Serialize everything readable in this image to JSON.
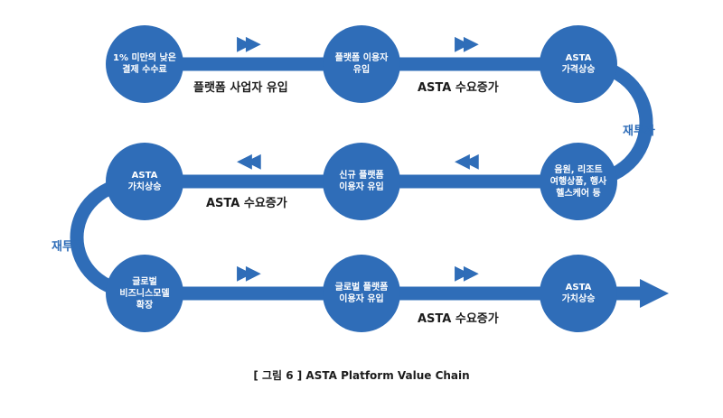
{
  "nodes": {
    "n1": [
      "1% 미만의 낮은",
      "결제 수수료"
    ],
    "n2": [
      "플랫폼 이용자",
      "유입"
    ],
    "n3": [
      "ASTA",
      "가격상승"
    ],
    "n4": [
      "음원, 리조트",
      "여행상품, 행사",
      "헬스케어 등"
    ],
    "n5": [
      "신규 플랫폼",
      "이용자 유입"
    ],
    "n6": [
      "ASTA",
      "가치상승"
    ],
    "n7": [
      "글로벌",
      "비즈니스모델",
      "확장"
    ],
    "n8": [
      "글로벌 플랫폼",
      "이용자 유입"
    ],
    "n9": [
      "ASTA",
      "가치상승"
    ]
  },
  "labels": {
    "row1_a": "플랫폼 사업자 유입",
    "row1_b": "ASTA 수요증가",
    "row2_a": "ASTA 수요증가",
    "row3_b": "ASTA 수요증가",
    "reinvest_right": "재투자",
    "reinvest_left": "재투자"
  },
  "caption": "[ 그림 6 ] ASTA Platform Value Chain",
  "colors": {
    "accent": "#2f6db8",
    "text": "#1c1c1c"
  },
  "icons": {
    "forward": "double-chevron-right",
    "backward": "double-chevron-left",
    "end": "arrow-head-right"
  }
}
